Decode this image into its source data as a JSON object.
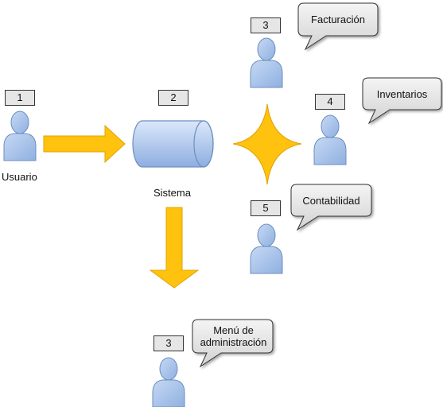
{
  "nodes": {
    "usuario": {
      "badge": "1",
      "label": "Usuario"
    },
    "sistema": {
      "badge": "2",
      "label": "Sistema"
    },
    "facturacion": {
      "badge": "3",
      "bubble": "Facturación"
    },
    "inventarios": {
      "badge": "4",
      "bubble": "Inventarios"
    },
    "contabilidad": {
      "badge": "5",
      "bubble": "Contabilidad"
    },
    "menu_admin": {
      "badge": "3",
      "bubble": "Menú de administración"
    }
  },
  "colors": {
    "person_fill": "#a9c4eb",
    "person_stroke": "#6c8ebf",
    "arrow_fill": "#ffc20e",
    "arrow_stroke": "#e0a400",
    "star_fill": "#ffc20e",
    "bubble_fill": "#e4e4e4",
    "bubble_stroke": "#333333"
  }
}
